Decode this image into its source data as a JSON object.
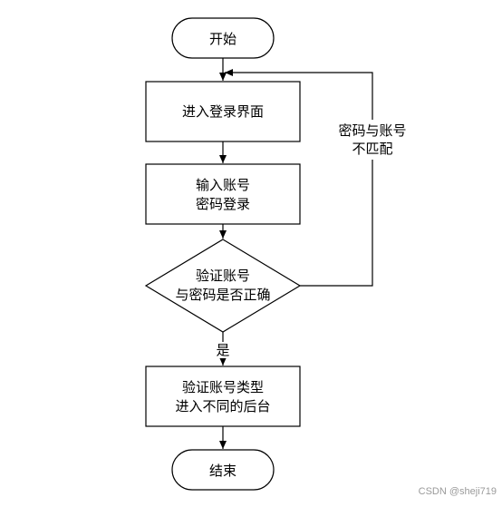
{
  "diagram": {
    "nodes": {
      "start": "开始",
      "login_ui": "进入登录界面",
      "input_line1": "输入账号",
      "input_line2": "密码登录",
      "verify_line1": "验证账号",
      "verify_line2": "与密码是否正确",
      "route_line1": "验证账号类型",
      "route_line2": "进入不同的后台",
      "end": "结束"
    },
    "edges": {
      "yes_label": "是",
      "mismatch_line1": "密码与账号",
      "mismatch_line2": "不匹配"
    }
  },
  "watermark": "CSDN @sheji719"
}
